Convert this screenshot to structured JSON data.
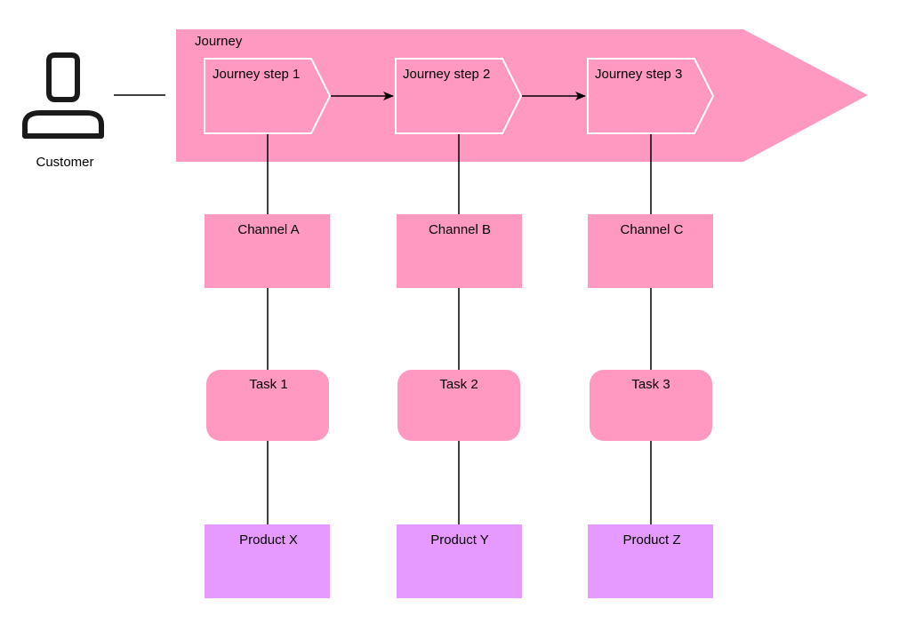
{
  "colors": {
    "journey_fill": "#ff99c2",
    "box_fill": "#ff99c2",
    "product_fill": "#e699ff",
    "line": "#000000",
    "step_border": "#ffffff",
    "person_icon": "#1a1a1a"
  },
  "customer": {
    "label": "Customer",
    "icon": "person-icon"
  },
  "journey": {
    "label": "Journey"
  },
  "columns": [
    {
      "step": "Journey step 1",
      "channel": "Channel A",
      "task": "Task 1",
      "product": "Product X"
    },
    {
      "step": "Journey step 2",
      "channel": "Channel B",
      "task": "Task 2",
      "product": "Product Y"
    },
    {
      "step": "Journey step 3",
      "channel": "Channel C",
      "task": "Task 3",
      "product": "Product Z"
    }
  ]
}
